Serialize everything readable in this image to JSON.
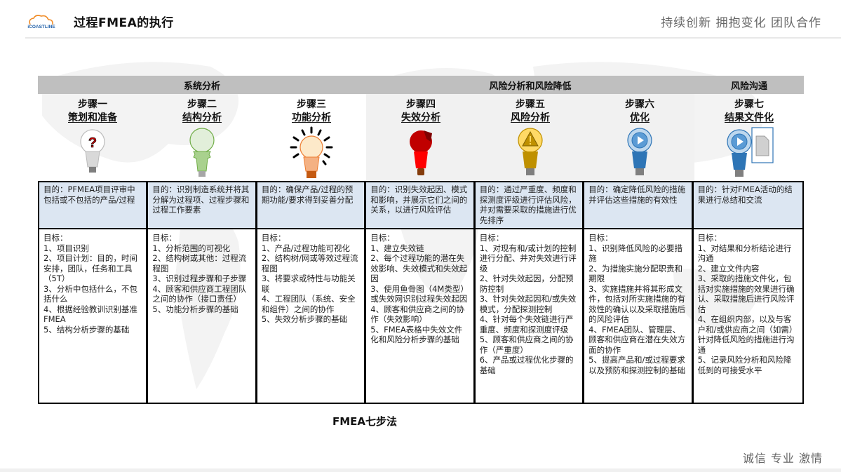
{
  "header": {
    "logo_text": "iCOASTLINE",
    "title": "过程FMEA的执行",
    "slogan": "持续创新  拥抱变化  团队合作"
  },
  "phases": [
    {
      "label": "系统分析",
      "steps": "1-3"
    },
    {
      "label": "风险分析和风险降低",
      "steps": "4-6"
    },
    {
      "label": "风险沟通",
      "steps": "7"
    }
  ],
  "steps": [
    {
      "step": "步骤一",
      "name": "策划和准备",
      "icon": "question-bulb-icon",
      "purpose": "目的：PFMEA项目评审中包括或不包括的产品/过程",
      "goals_title": "目标：",
      "goals": [
        "1、项目识别",
        "2、项目计划：目的，时间安排，团队，任务和工具（5T）",
        "3、分析中包括什么，不包括什么",
        "4、根据经验教训识别基准FMEA",
        "5、结构分析步骤的基础"
      ]
    },
    {
      "step": "步骤二",
      "name": "结构分析",
      "icon": "green-bulb-icon",
      "purpose": "目的：识别制造系统并将其分解为过程项、过程步骤和过程工作要素",
      "goals_title": "目标：",
      "goals": [
        "1、分析范围的可视化",
        "2、结构树或其他：过程流程图",
        "3、识别过程步骤和子步骤",
        "4、顾客和供应商工程团队之间的协作（接口责任）",
        "5、功能分析步骤的基础"
      ]
    },
    {
      "step": "步骤三",
      "name": "功能分析",
      "icon": "glowing-bulb-icon",
      "purpose": "目的：确保产品/过程的预期功能/要求得到妥善分配",
      "goals_title": "目标：",
      "goals": [
        "1、产品/过程功能可视化",
        "2、结构树/网或等效过程流程图",
        "3、将要求或特性与功能关联",
        "4、工程团队（系统、安全和组件）之间的协作",
        "5、失效分析步骤的基础"
      ]
    },
    {
      "step": "步骤四",
      "name": "失效分析",
      "icon": "broken-bulb-icon",
      "purpose": "目的：识别失效起因、模式和影响，并展示它们之间的关系，以进行风险评估",
      "goals_title": "目标：",
      "goals": [
        "1、建立失效链",
        "2、每个过程功能的潜在失效影响、失效模式和失效起因",
        "3、使用鱼骨图（4M类型）或失效网识别过程失效起因",
        "4、顾客和供应商之间的协作（失效影响）",
        "5、FMEA表格中失效文件化和风险分析步骤的基础"
      ]
    },
    {
      "step": "步骤五",
      "name": "风险分析",
      "icon": "warning-bulb-icon",
      "purpose": "目的：通过严重度、频度和探测度评级进行评估风险，并对需要采取的措施进行优先排序",
      "goals_title": "目标：",
      "goals": [
        "1、对现有和/或计划的控制进行分配、并对失效进行评级",
        "2、针对失效起因，分配预防控制",
        "3、针对失效起因和/或失效模式，分配探测控制",
        "4、针对每个失效链进行严重度、频度和探测度评级",
        "5、顾客和供应商之间的协作（严重度）",
        "6、产品或过程优化步骤的基础"
      ]
    },
    {
      "step": "步骤六",
      "name": "优化",
      "icon": "play-bulb-icon",
      "purpose": "目的：确定降低风险的措施并评估这些措施的有效性",
      "goals_title": "目标：",
      "goals": [
        "1、识别降低风险的必要措施",
        "2、为措施实施分配职责和期限",
        "3、实施措施并将其形成文件，包括对所实施措施的有效性的确认以及采取措施后的风险评估",
        "4、FMEA团队、管理层、顾客和供应商在潜在失效方面的协作",
        "5、提高产品和/或过程要求以及预防和探测控制的基础"
      ]
    },
    {
      "step": "步骤七",
      "name": "结果文件化",
      "icon": "document-bulb-icon",
      "purpose": "目的：针对FMEA活动的结果进行总结和交流",
      "goals_title": "目标：",
      "goals": [
        "1、对结果和分析结论进行沟通",
        "2、建立文件内容",
        "3、采取的措施文件化，包括对实施措施的效果进行确认、采取措施后进行风险评估",
        "4、在组织内部，以及与客户和/或供应商之间（如需）针对降低风险的措施进行沟通",
        "5、记录风险分析和风险降低到的可接受水平"
      ]
    }
  ],
  "caption": "FMEA七步法",
  "footer": {
    "slogan": "诚信  专业  激情"
  },
  "colors": {
    "phase_band": "#bfbfbf",
    "purpose_bg": "#dce6f2",
    "risk_bg": "#f1f1f1",
    "logo_orange": "#f08a24",
    "logo_blue": "#1f5fa8"
  }
}
